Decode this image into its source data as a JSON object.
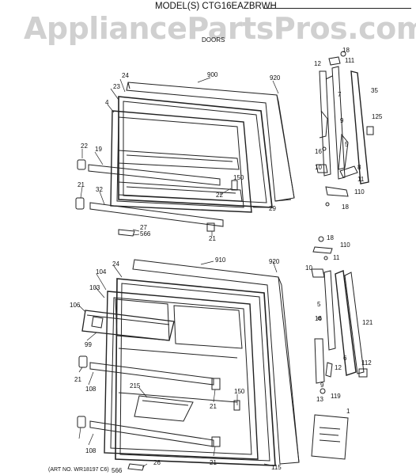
{
  "header": {
    "model": "MODEL(S) CTG16EAZBRWH",
    "section": "DOORS",
    "watermark": "AppliancePartsPros.com",
    "art_no": "(ART NO. WR18197 C6)"
  },
  "colors": {
    "ink": "#222222",
    "watermark": "#aaaaaa"
  },
  "part_labels": {
    "top": [
      "18",
      "111",
      "12",
      "35",
      "7",
      "9",
      "125",
      "16",
      "5",
      "10",
      "8",
      "11",
      "110",
      "18",
      "900",
      "920",
      "24",
      "23",
      "4",
      "22",
      "19",
      "21",
      "32",
      "22",
      "150",
      "29",
      "27",
      "566",
      "21"
    ],
    "bottom": [
      "18",
      "110",
      "11",
      "10",
      "5",
      "16",
      "121",
      "6",
      "12",
      "112",
      "13",
      "9",
      "119",
      "1",
      "910",
      "920",
      "24",
      "104",
      "103",
      "106",
      "99",
      "21",
      "108",
      "215",
      "150",
      "21",
      "21",
      "108",
      "115",
      "26",
      "566"
    ]
  }
}
